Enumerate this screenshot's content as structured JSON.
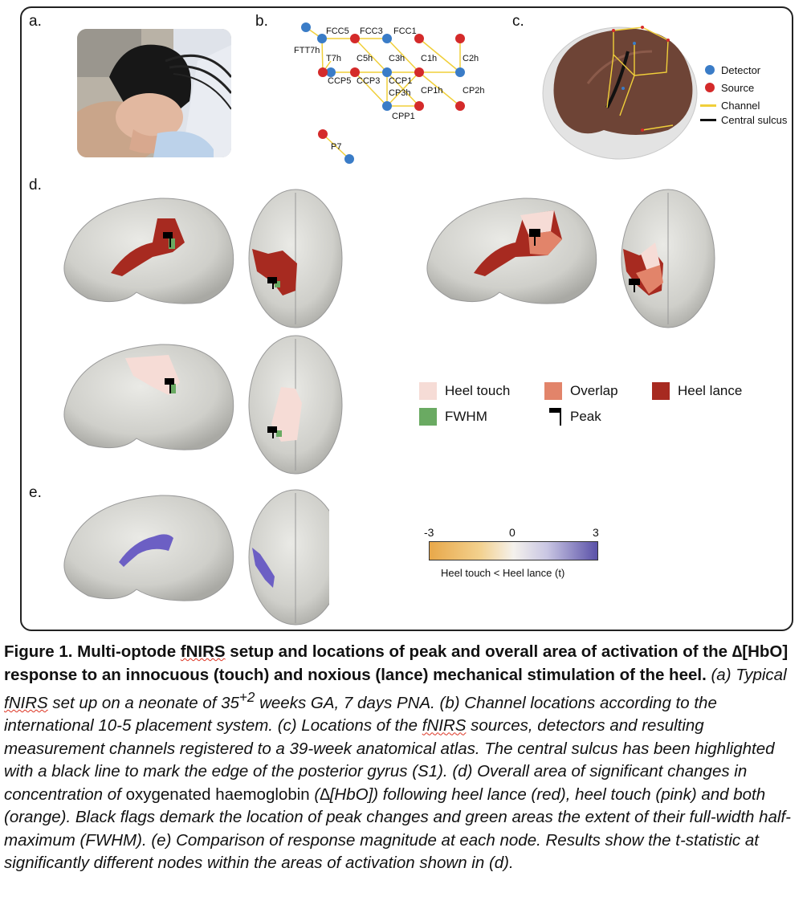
{
  "panel_letters": {
    "a": "a.",
    "b": "b.",
    "c": "c.",
    "d": "d.",
    "e": "e."
  },
  "channel_map": {
    "labels": [
      "FCC5",
      "FCC3",
      "FCC1",
      "FTT7h",
      "T7h",
      "C5h",
      "C3h",
      "C1h",
      "C2h",
      "CCP5",
      "CCP3",
      "CCP1",
      "CP3h",
      "CP1h",
      "CP2h",
      "CPP1",
      "P7"
    ]
  },
  "legend_c": {
    "detector": "Detector",
    "source": "Source",
    "channel": "Channel",
    "central_sulcus": "Central sulcus",
    "colors": {
      "detector": "#3a7cc7",
      "source": "#d42a2a",
      "channel": "#f0cf3a",
      "sulcus": "#111111"
    }
  },
  "legend_d": {
    "heel_touch": "Heel touch",
    "overlap": "Overlap",
    "heel_lance": "Heel lance",
    "fwhm": "FWHM",
    "peak": "Peak",
    "colors": {
      "heel_touch": "#f6dcd6",
      "overlap": "#e2846a",
      "heel_lance": "#a72a20",
      "fwhm": "#6aaa62"
    }
  },
  "colorbar": {
    "min": "-3",
    "mid": "0",
    "max": "3",
    "label": "Heel touch < Heel lance (t)"
  },
  "caption": {
    "title_1": "Figure 1. Multi-optode ",
    "title_fnirs": "fNIRS",
    "title_2": " setup and locations of peak and overall area of activation of the ∆[HbO] response to an innocuous (touch) and noxious (lance) mechanical stimulation of the heel.",
    "a_1": " (a) Typical ",
    "a_fnirs": "fNIRS",
    "a_2": " set up on a neonate of 35",
    "a_sup": "+2",
    "a_3": " weeks GA, 7 days PNA.",
    "b": " (b) Channel locations according to the international 10-5 placement system.",
    "c_1": " (c) Locations of the ",
    "c_fnirs": "fNIRS",
    "c_2": " sources, detectors and resulting measurement channels registered to a 39-week anatomical atlas. The central sulcus has been highlighted with a black line to mark the edge of the posterior gyrus (S1).",
    "d_1": " (d) Overall area of significant changes in concentration of ",
    "d_plain": "oxygenated haemoglobin",
    "d_2": " (∆[HbO]) following heel lance (red), heel touch (pink) and both (orange). Black flags demark the location of peak changes and green areas the extent of their full-width half-maximum (FWHM).",
    "e": " (e) Comparison of response magnitude at each node. Results show the t-statistic at significantly different nodes within the areas of activation shown in (d)."
  }
}
